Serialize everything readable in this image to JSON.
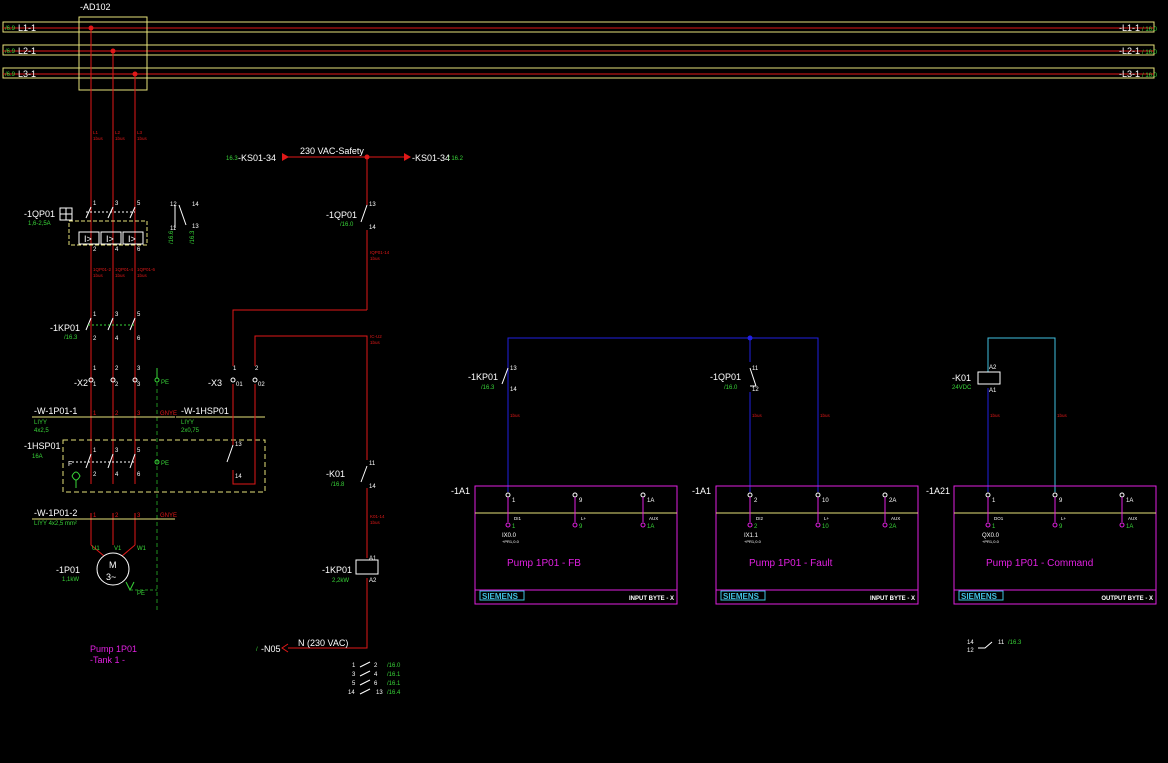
{
  "colors": {
    "background": "#000000",
    "power_wire": "#e01818",
    "bus_outline": "#e6e27a",
    "label_white": "#ffffff",
    "ref_green": "#38d438",
    "plc_magenta": "#e020e0",
    "signal_blue": "#2020e0",
    "signal_cyan": "#40c0e0",
    "cable_yellow": "#e6e27a",
    "pe_green": "#209020"
  },
  "bus": {
    "top_box_label": "-AD102",
    "l1_left": "L1-1",
    "l2_left": "L2-1",
    "l3_left": "L3-1",
    "l1_right": "-L1-1",
    "l2_right": "-L2-1",
    "l3_right": "-L3-1",
    "ref_left": "/6.9",
    "ref_right": "/ 16.0"
  },
  "wire_tags": {
    "l1": "L1",
    "l2": "L2",
    "l3": "L3",
    "a1": "1QP01-2",
    "a2": "1QP01-4",
    "a3": "1QP01-6",
    "small": "1bus",
    "k01_a": "IQP01-14",
    "k01_b": "IC-U2",
    "k01_c": "K01-14"
  },
  "safety": {
    "left_ref": "16.3",
    "left_tag": "-KS01-34",
    "bus_label": "230 VAC-Safety",
    "right_tag": "-KS01-34",
    "right_ref": "/ 16.2"
  },
  "components": {
    "qp01_tag": "-1QP01",
    "qp01_rating": "1,6-2,5A",
    "qp01_aux_a": "/16.6",
    "qp01_aux_b": "/16.3",
    "qp01_term_1": "1",
    "qp01_term_3": "3",
    "qp01_term_5": "5",
    "qp01_term_2": "2",
    "qp01_term_4": "4",
    "qp01_term_6": "6",
    "qp01_aux_12": "12",
    "qp01_aux_11": "11",
    "qp01_aux_14": "14",
    "qp01_aux_13": "13",
    "trip_label": "I>",
    "kp01_tag": "-1KP01",
    "kp01_ref": "/16.3",
    "x2_tag": "-X2",
    "x3_tag": "-X3",
    "pe": "PE",
    "x3_t1": "1",
    "x3_t2": "2",
    "x3_t01": "01",
    "x3_t02": "02",
    "cable1_tag": "-W-1P01-1",
    "cable1_type": "LIYY",
    "cable1_size": "4x2,5",
    "cable1_gnye": "GNYE",
    "cable2_tag": "-W-1HSP01",
    "cable2_type": "LIYY",
    "cable2_size": "2x0,75",
    "hsp_tag": "-1HSP01",
    "hsp_rating": "16A",
    "cable3_tag": "-W-1P01-2",
    "cable3_type": "LIYY 4x2,5 mm²",
    "cable3_gnye": "GNYE",
    "motor_tag": "-1P01",
    "motor_power": "1,1kW",
    "motor_letter": "M",
    "motor_phase": "3~",
    "u1": "U1",
    "v1": "V1",
    "w1": "W1",
    "pump_name": "Pump 1P01",
    "pump_loc": "-Tank 1 -",
    "qp01_r_tag": "-1QP01",
    "qp01_r_ref": "/16.0",
    "qp01_r_13": "13",
    "qp01_r_14": "14",
    "k01_tag": "-K01",
    "k01_ref": "/16.8",
    "k01_11": "11",
    "k01_14": "14",
    "kp01_coil_tag": "-1KP01",
    "kp01_coil_power": "2,2kW",
    "a1": "A1",
    "a2": "A2",
    "n05_ref": "/",
    "n05_tag": "-N05",
    "n_label": "N (230 VAC)",
    "contact_list": [
      {
        "a": "1",
        "b": "2",
        "ref": "/16.0"
      },
      {
        "a": "3",
        "b": "4",
        "ref": "/16.1"
      },
      {
        "a": "5",
        "b": "6",
        "ref": "/16.1"
      },
      {
        "a": "14",
        "b": "13",
        "ref": "/16.4"
      }
    ],
    "k01_contact": {
      "a": "14",
      "b": "12",
      "c": "11",
      "ref": "/16.3"
    }
  },
  "plc": {
    "in_kp01_tag": "-1KP01",
    "in_kp01_ref": "/16.3",
    "in_kp01_13": "13",
    "in_kp01_14": "14",
    "in_qp01_tag": "-1QP01",
    "in_qp01_ref": "/16.0",
    "in_qp01_11": "11",
    "in_qp01_12": "12",
    "k01_coil_tag": "-K01",
    "k01_coil_rating": "24VDC",
    "a2": "A2",
    "a1": "A1",
    "modules": [
      {
        "tag": "-1A1",
        "t1": "1",
        "t2": "9",
        "t3": "1A",
        "s1": "DI1",
        "s2": "L+",
        "s3": "AUX",
        "b1": "1",
        "b2": "9",
        "b3": "1A",
        "addr": "IX0.0",
        "addr_sub": "+PR1,0.0",
        "title": "Pump 1P01 - FB",
        "brand": "SIEMENS",
        "byte": "INPUT BYTE - X"
      },
      {
        "tag": "-1A1",
        "t1": "2",
        "t2": "10",
        "t3": "2A",
        "s1": "DI2",
        "s2": "L+",
        "s3": "AUX",
        "b1": "2",
        "b2": "10",
        "b3": "2A",
        "addr": "IX1.1",
        "addr_sub": "+PR1,0.0",
        "title": "Pump 1P01 - Fault",
        "brand": "SIEMENS",
        "byte": "INPUT BYTE - X"
      },
      {
        "tag": "-1A21",
        "t1": "1",
        "t2": "9",
        "t3": "1A",
        "s1": "DO1",
        "s2": "L+",
        "s3": "AUX",
        "b1": "1",
        "b2": "9",
        "b3": "1A",
        "addr": "QX0.0",
        "addr_sub": "+PR1,0.0",
        "title": "Pump 1P01 - Command",
        "brand": "SIEMENS",
        "byte": "OUTPUT BYTE - X"
      }
    ]
  }
}
